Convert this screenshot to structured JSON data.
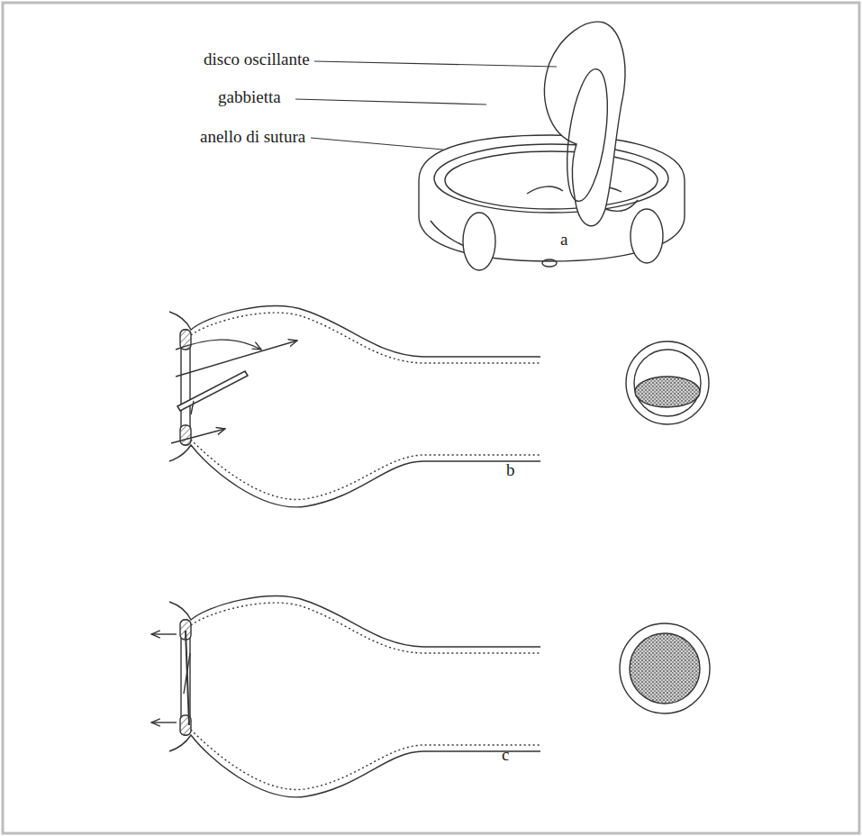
{
  "diagram": {
    "labels": [
      "disco oscillante",
      "gabbietta",
      "anello di sutura",
      "a",
      "b",
      "c"
    ]
  }
}
